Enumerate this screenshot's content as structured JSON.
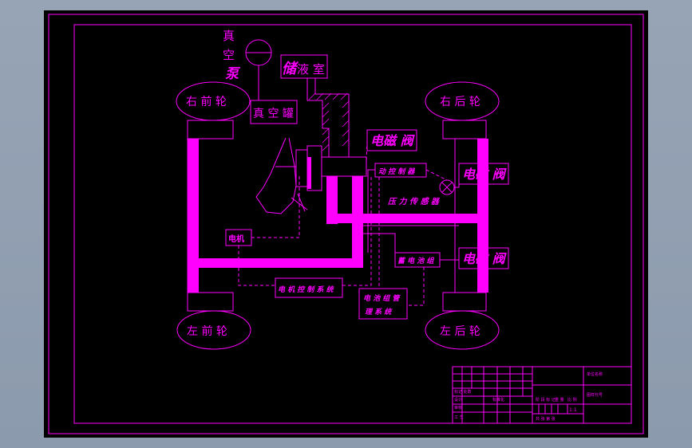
{
  "labels": {
    "pump_1": "真",
    "pump_2": "空",
    "pump_3": "泵",
    "tank_a": "储",
    "tank_b": "液 室",
    "wheel_fr": "右 前 轮",
    "wheel_rr": "右 后 轮",
    "wheel_fl": "左 前 轮",
    "wheel_rl": "左 后 轮",
    "vacuum_tank": "真 空 罐",
    "valve_top": "电磁 阀",
    "valve_right_1": "电磁 阀",
    "valve_right_2": "电磁 阀",
    "motor": "电机",
    "brake_ctrl": "动 控 制 器",
    "pressure_sensor": "压 力 传 感 器",
    "battery": "蓄 电 池 组",
    "motor_ctrl": "电 机 控 制 系 统",
    "bms_1": "电 池 组 管",
    "bms_2": "理 系 统",
    "title_block": {
      "c1": "标记 处数",
      "c2": "设计",
      "c3": "审核",
      "c4": "工 艺",
      "c5": "标准化",
      "c6": "阶 段 标 记",
      "c7": "重 量",
      "c8": "比 例",
      "scale": "1:1",
      "c9": "共 张 第 张",
      "c10": "图样代号",
      "c11": "单位名称"
    }
  },
  "colors": {
    "line": "#ff00ff",
    "background": "#000000"
  }
}
